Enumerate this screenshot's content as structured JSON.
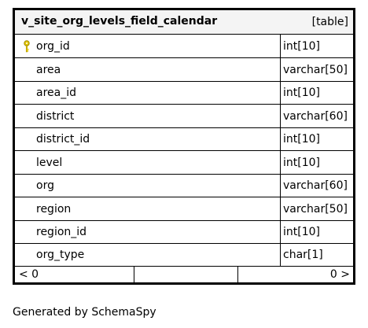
{
  "table": {
    "name": "v_site_org_levels_field_calendar",
    "kind": "[table]",
    "columns": [
      {
        "name": "org_id",
        "type": "int[10]",
        "primary_key": true
      },
      {
        "name": "area",
        "type": "varchar[50]",
        "primary_key": false
      },
      {
        "name": "area_id",
        "type": "int[10]",
        "primary_key": false
      },
      {
        "name": "district",
        "type": "varchar[60]",
        "primary_key": false
      },
      {
        "name": "district_id",
        "type": "int[10]",
        "primary_key": false
      },
      {
        "name": "level",
        "type": "int[10]",
        "primary_key": false
      },
      {
        "name": "org",
        "type": "varchar[60]",
        "primary_key": false
      },
      {
        "name": "region",
        "type": "varchar[50]",
        "primary_key": false
      },
      {
        "name": "region_id",
        "type": "int[10]",
        "primary_key": false
      },
      {
        "name": "org_type",
        "type": "char[1]",
        "primary_key": false
      }
    ],
    "footer": {
      "parents": "< 0",
      "children": "0 >"
    },
    "primary_key_icon": "key-icon",
    "key_icon_color": "#e6c800"
  },
  "generated_by": "Generated by SchemaSpy"
}
